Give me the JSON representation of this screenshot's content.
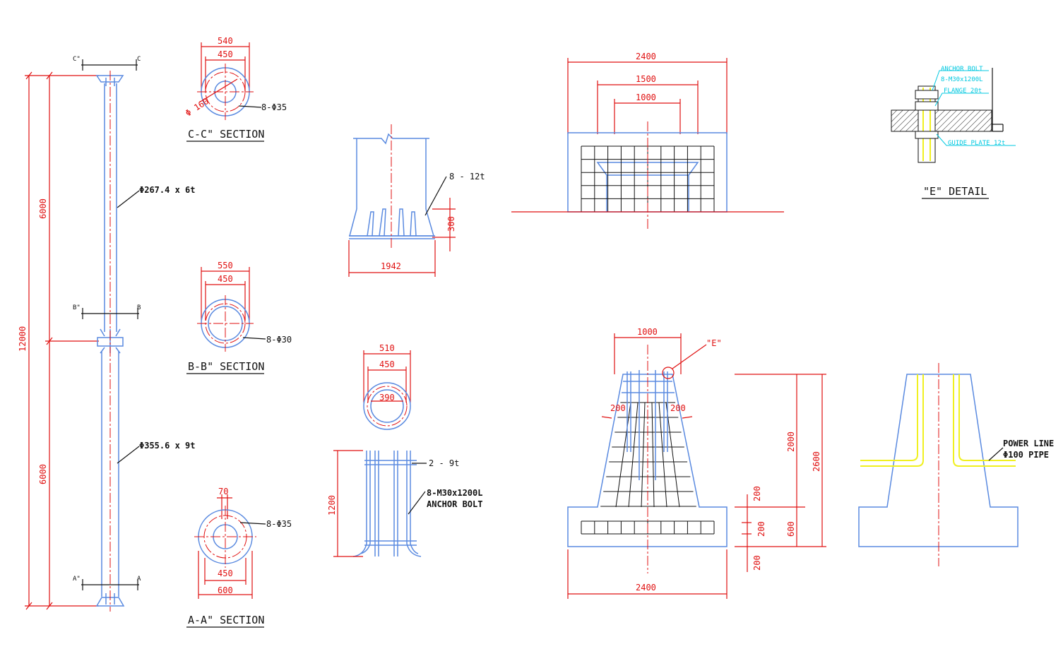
{
  "colors": {
    "dimension": "#e01010",
    "outline": "#5a8ae0",
    "text": "#111111",
    "leader_cyan": "#00c8e0",
    "conduit": "#f0f020"
  },
  "pole": {
    "dim_total": "12000",
    "dim_upper": "6000",
    "dim_lower": "6000",
    "label_upper_pipe": "Φ267.4 x 6t",
    "label_lower_pipe": "Φ355.6 x 9t",
    "cut_c_left": "C\"",
    "cut_c_right": "C",
    "cut_b_left": "B\"",
    "cut_b_right": "B",
    "cut_a_left": "A\"",
    "cut_a_right": "A"
  },
  "section_cc": {
    "title": "C-C\" SECTION",
    "dim_outer": "540",
    "dim_inner": "450",
    "dim_dia": "Φ 160",
    "bolt_note": "8-Φ35"
  },
  "section_bb": {
    "title": "B-B\" SECTION",
    "dim_outer": "550",
    "dim_inner": "450",
    "bolt_note": "8-Φ30"
  },
  "section_aa": {
    "title": "A-A\" SECTION",
    "dim_slot": "70",
    "dim_inner": "450",
    "dim_outer": "600",
    "bolt_note": "8-Φ35"
  },
  "base_detail": {
    "rib_note": "8 - 12t",
    "dim_height": "300",
    "dim_width": "1942"
  },
  "anchor_ring": {
    "dim_outer": "510",
    "dim_inner": "450",
    "dim_center": "390"
  },
  "anchor_cage": {
    "plate_note": "2 - 9t",
    "bolt_note_1": "8-M30x1200L",
    "bolt_note_2": "ANCHOR BOLT",
    "dim_height": "1200"
  },
  "foundation_top": {
    "dim_2400": "2400",
    "dim_1500": "1500",
    "dim_1000": "1000"
  },
  "e_detail": {
    "title": "\"E\" DETAIL",
    "note_anchor_bolt": "ANCHOR BOLT",
    "note_bolt_spec": "8-M30x1200L",
    "note_flange": "FLANGE 20t",
    "note_guide_plate": "GUIDE PLATE 12t"
  },
  "foundation_section": {
    "dim_top": "1000",
    "callout_e": "\"E\"",
    "dim_side_left": "200",
    "dim_side_right": "200",
    "dim_total_height": "2600",
    "dim_upper_height": "2000",
    "dim_lower_height": "600",
    "dim_200_a": "200",
    "dim_200_b": "200",
    "dim_200_c": "200",
    "dim_bottom": "2400"
  },
  "conduit_section": {
    "note_1": "POWER LINE",
    "note_2": "Φ100 PIPE"
  }
}
